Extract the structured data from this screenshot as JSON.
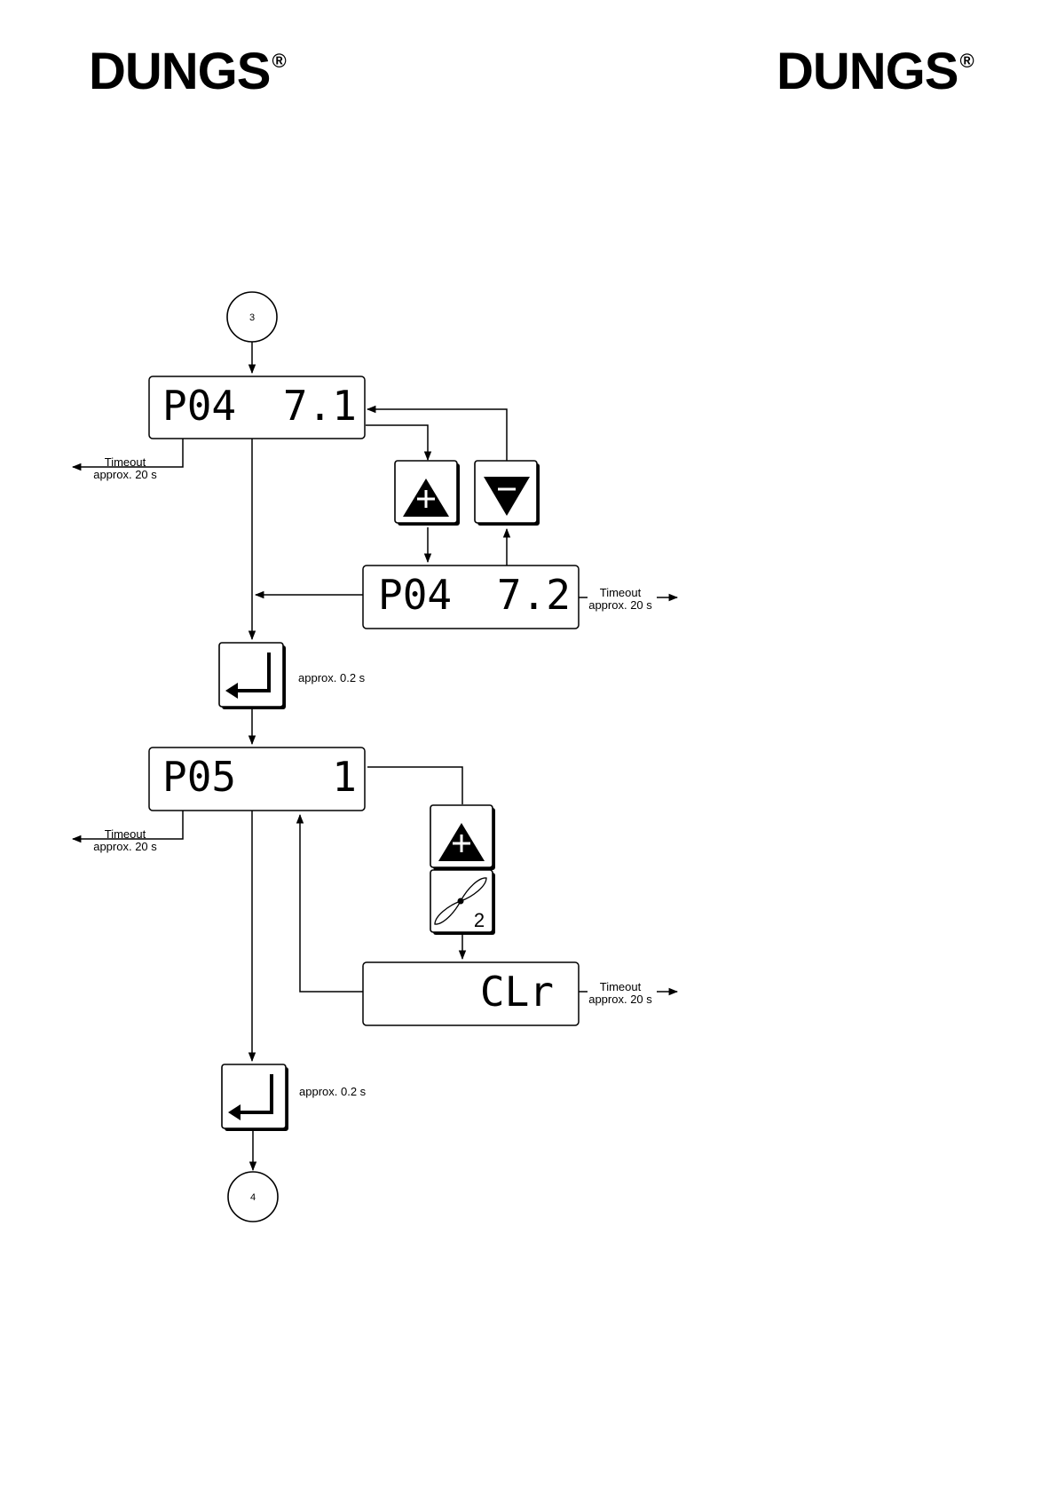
{
  "brand": {
    "name": "DUNGS",
    "mark": "®"
  },
  "connectors": {
    "start": "3",
    "end": "4"
  },
  "displays": {
    "p04_a": {
      "code": "P04",
      "value": "7.1"
    },
    "p04_b": {
      "code": "P04",
      "value": "7.2"
    },
    "p05": {
      "code": "P05",
      "value": "1"
    },
    "clr": {
      "code": "",
      "value": "CLr"
    }
  },
  "labels": {
    "timeout": "Timeout",
    "timeout_duration": "approx. 20 s",
    "enter_duration": "approx. 0.2 s"
  },
  "keys": {
    "plus_icon": "plus-triangle-icon",
    "minus_icon": "minus-triangle-icon",
    "enter_icon": "enter-arrow-icon",
    "fan_icon": "fan-icon",
    "fan_number": "2"
  }
}
